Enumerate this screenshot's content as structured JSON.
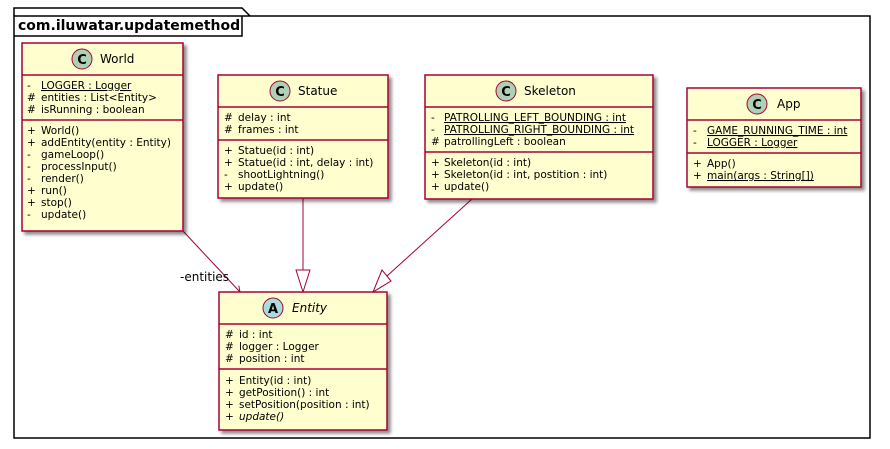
{
  "package": {
    "name": "com.iluwatar.updatemethod"
  },
  "colors": {
    "class_fill": "#FEFECE",
    "class_border": "#A80036",
    "badge_class": "#ADD1B2",
    "badge_abstract": "#A9DCDF"
  },
  "classes": {
    "world": {
      "stereotype_letter": "C",
      "name": "World",
      "fields": [
        {
          "vis": "-",
          "text": "LOGGER : Logger",
          "static": true
        },
        {
          "vis": "#",
          "text": "entities : List<Entity>"
        },
        {
          "vis": "#",
          "text": "isRunning : boolean"
        }
      ],
      "methods": [
        {
          "vis": "+",
          "text": "World()"
        },
        {
          "vis": "+",
          "text": "addEntity(entity : Entity)"
        },
        {
          "vis": "-",
          "text": "gameLoop()"
        },
        {
          "vis": "-",
          "text": "processInput()"
        },
        {
          "vis": "-",
          "text": "render()"
        },
        {
          "vis": "+",
          "text": "run()"
        },
        {
          "vis": "+",
          "text": "stop()"
        },
        {
          "vis": "-",
          "text": "update()"
        }
      ]
    },
    "statue": {
      "stereotype_letter": "C",
      "name": "Statue",
      "fields": [
        {
          "vis": "#",
          "text": "delay : int"
        },
        {
          "vis": "#",
          "text": "frames : int"
        }
      ],
      "methods": [
        {
          "vis": "+",
          "text": "Statue(id : int)"
        },
        {
          "vis": "+",
          "text": "Statue(id : int, delay : int)"
        },
        {
          "vis": "-",
          "text": "shootLightning()"
        },
        {
          "vis": "+",
          "text": "update()"
        }
      ]
    },
    "skeleton": {
      "stereotype_letter": "C",
      "name": "Skeleton",
      "fields": [
        {
          "vis": "-",
          "text": "PATROLLING_LEFT_BOUNDING : int",
          "static": true
        },
        {
          "vis": "-",
          "text": "PATROLLING_RIGHT_BOUNDING : int",
          "static": true
        },
        {
          "vis": "#",
          "text": "patrollingLeft : boolean"
        }
      ],
      "methods": [
        {
          "vis": "+",
          "text": "Skeleton(id : int)"
        },
        {
          "vis": "+",
          "text": "Skeleton(id : int, postition : int)"
        },
        {
          "vis": "+",
          "text": "update()"
        }
      ]
    },
    "app": {
      "stereotype_letter": "C",
      "name": "App",
      "fields": [
        {
          "vis": "-",
          "text": "GAME_RUNNING_TIME : int",
          "static": true
        },
        {
          "vis": "-",
          "text": "LOGGER : Logger",
          "static": true
        }
      ],
      "methods": [
        {
          "vis": "+",
          "text": "App()"
        },
        {
          "vis": "+",
          "text": "main(args : String[])",
          "static": true
        }
      ]
    },
    "entity": {
      "stereotype_letter": "A",
      "name": "Entity",
      "fields": [
        {
          "vis": "#",
          "text": "id : int"
        },
        {
          "vis": "#",
          "text": "logger : Logger"
        },
        {
          "vis": "#",
          "text": "position : int"
        }
      ],
      "methods": [
        {
          "vis": "+",
          "text": "Entity(id : int)"
        },
        {
          "vis": "+",
          "text": "getPosition() : int"
        },
        {
          "vis": "+",
          "text": "setPosition(position : int)"
        },
        {
          "vis": "+",
          "text": "update()",
          "italic": true
        }
      ]
    }
  },
  "edges": {
    "world_entity": {
      "label": "-entities"
    }
  }
}
